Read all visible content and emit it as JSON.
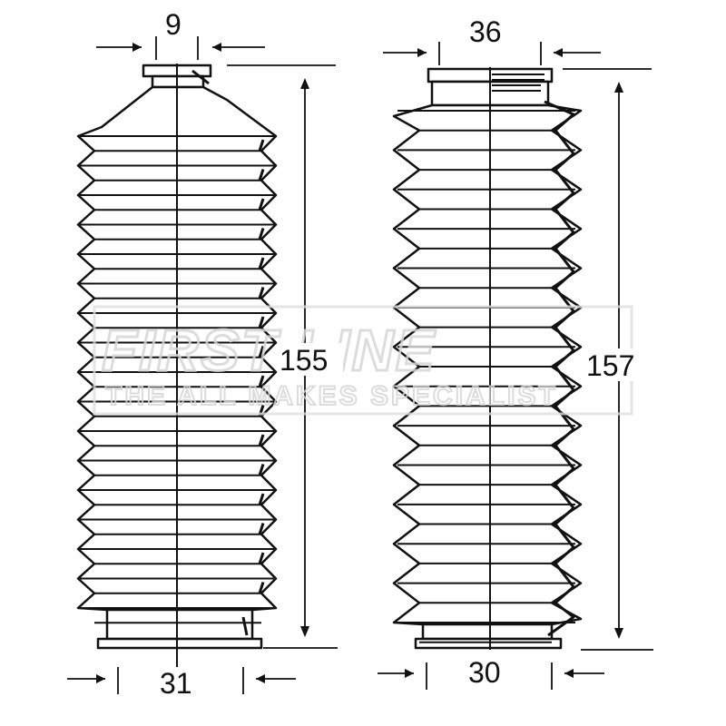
{
  "diagram": {
    "left_boot": {
      "top_dim": "9",
      "bottom_dim": "31",
      "length_dim": "155",
      "folds": 16
    },
    "right_boot": {
      "top_dim": "36",
      "bottom_dim": "30",
      "length_dim": "157",
      "folds": 13
    }
  },
  "watermark": {
    "brand": "FIRST LINE",
    "tagline": "THE ALL MAKES SPECIALIST"
  },
  "colors": {
    "line": "#111111",
    "fill": "#ffffff",
    "watermark": "#d6d6d6"
  }
}
